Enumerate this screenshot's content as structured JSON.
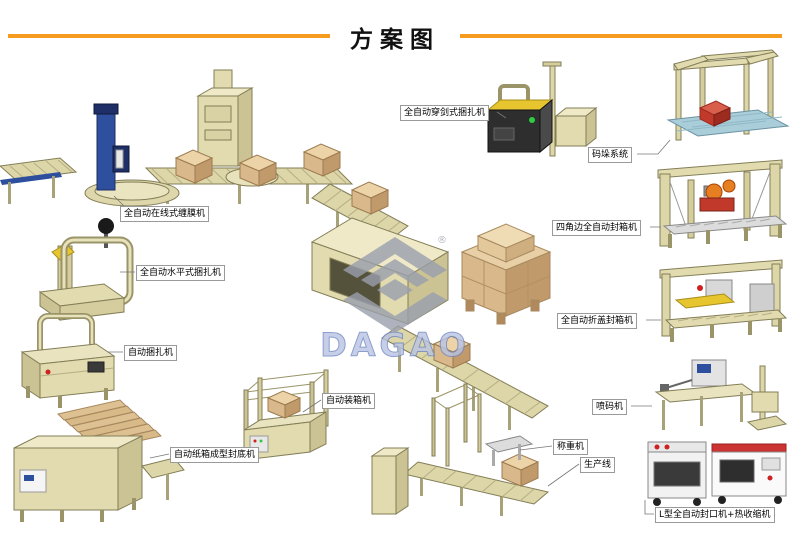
{
  "title": "方案图",
  "watermark": {
    "brand": "DAGAO",
    "registered": "®"
  },
  "labels": {
    "wrapping": "全自动在线式缠膜机",
    "horizontal_strapping": "全自动水平式捆扎机",
    "strapping": "自动捆扎机",
    "carton_forming": "自动纸箱成型封底机",
    "case_packing": "自动装箱机",
    "sword_strapping": "全自动穿剑式捆扎机",
    "palletizing": "码垛系统",
    "four_corner_sealing": "四角边全自动封箱机",
    "fold_cover_sealing": "全自动折盖封箱机",
    "inkjet_coder": "喷码机",
    "weighing": "称重机",
    "production_line": "生产线",
    "l_sealer_shrink": "L型全自动封口机+热收缩机"
  },
  "colors": {
    "accent_orange": "#F59B1E",
    "machine_beige": "#E2DBAF",
    "carton_tan": "#D9B98C",
    "mast_blue": "#2E4F9E",
    "highlight_yellow": "#E6C52E",
    "alert_red": "#C0392B",
    "watermark_blue": "#8FA3CC"
  }
}
